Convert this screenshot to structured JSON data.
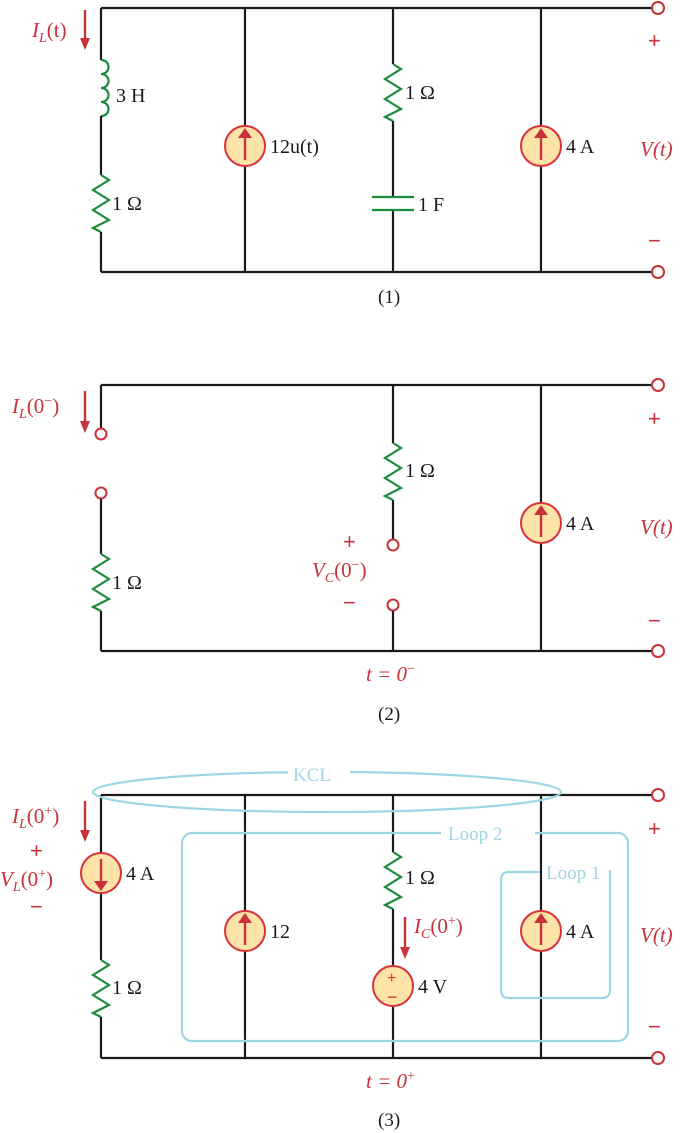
{
  "diagram1": {
    "current_label": {
      "base": "I",
      "sub": "L",
      "arg": "(t)"
    },
    "inductor_label": "3 H",
    "resistor_left_label": "1 Ω",
    "source_12u_label": "12u(t)",
    "resistor_mid_label": "1 Ω",
    "capacitor_label": "1 F",
    "source_4a_label": "4 A",
    "voltage_label": "V(t)",
    "plus": "+",
    "minus": "−",
    "caption": "(1)"
  },
  "diagram2": {
    "current_label": {
      "base": "I",
      "sub": "L",
      "arg": "(0",
      "sup": "−",
      "close": ")"
    },
    "resistor_left_label": "1 Ω",
    "resistor_mid_label": "1 Ω",
    "vc_plus": "+",
    "vc_label": {
      "base": "V",
      "sub": "C",
      "arg": "(0",
      "sup": "−",
      "close": ")"
    },
    "vc_minus": "−",
    "source_4a_label": "4 A",
    "voltage_label": "V(t)",
    "plus": "+",
    "minus": "−",
    "time_label": {
      "text": "t = 0",
      "sup": "−"
    },
    "caption": "(2)"
  },
  "diagram3": {
    "current_label": {
      "base": "I",
      "sub": "L",
      "arg": "(0",
      "sup": "+",
      "close": ")"
    },
    "vl_plus": "+",
    "vl_label": {
      "base": "V",
      "sub": "L",
      "arg": "(0",
      "sup": "+",
      "close": ")"
    },
    "vl_minus": "−",
    "source_left_label": "4 A",
    "resistor_left_label": "1 Ω",
    "source_12_label": "12",
    "resistor_mid_label": "1 Ω",
    "ic_label": {
      "base": "I",
      "sub": "C",
      "arg": "(0",
      "sup": "+",
      "close": ")"
    },
    "vsource_label": "4 V",
    "vsource_plus": "+",
    "vsource_minus": "−",
    "source_4a_label": "4 A",
    "kcl_label": "KCL",
    "loop2_label": "Loop 2",
    "loop1_label": "Loop 1",
    "voltage_label": "V(t)",
    "plus": "+",
    "minus": "−",
    "time_label": {
      "text": "t = 0",
      "sup": "+"
    },
    "caption": "(3)"
  }
}
